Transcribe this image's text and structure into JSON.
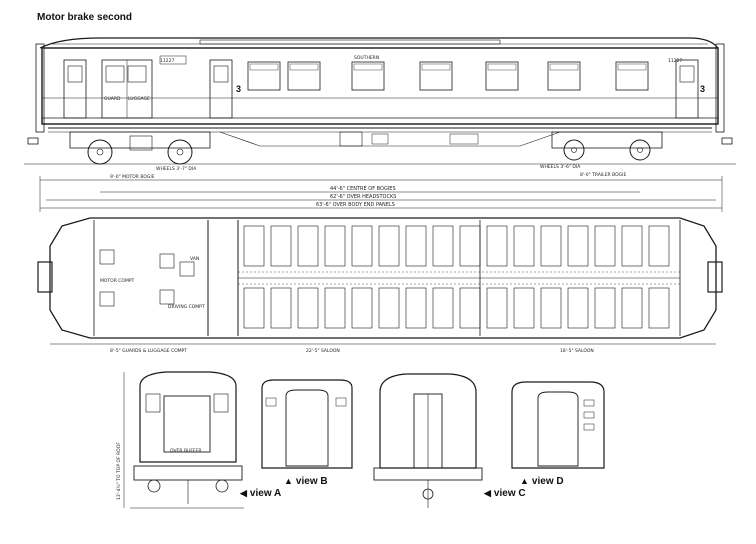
{
  "title": "Motor brake second",
  "views": [
    {
      "label": "view A"
    },
    {
      "label": "view B"
    },
    {
      "label": "view C"
    },
    {
      "label": "view D"
    }
  ],
  "elevation_labels": {
    "number_left": "11227",
    "number_right": "11227",
    "class_left": "3",
    "class_right": "3",
    "company": "SOUTHERN",
    "guards": "GUARD",
    "luggage": "LUGGAGE",
    "motor_bogie": "9'-0\" MOTOR BOGIE",
    "trailer_bogie": "8'-0\" TRAILER BOGIE",
    "wheels_motor": "WHEELS 3'-7\" DIA",
    "wheels_trailer": "WHEELS 3'-6\" DIA"
  },
  "dimensions": {
    "centre_of_bogies": "44'-6\" CENTRE OF BOGIES",
    "over_headstocks": "62'-6\" OVER HEADSTOCKS",
    "over_body": "63'-6\" OVER BODY END PANELS",
    "saloon_left": "22'-5\" SALOON",
    "saloon_right": "18'-5\" SALOON",
    "guards_luggage": "8'-5\" GUARDS & LUGGAGE COMPT",
    "over_buffer_a": "OVER BUFFER",
    "height_rail": "13'-4½\" TO TOP OF ROOF"
  },
  "plan_labels": {
    "motor_compartment": "MOTOR COMPT",
    "driving_compt": "DRIVING COMPT",
    "van": "VAN"
  },
  "colors": {
    "ink": "#1a1a1a",
    "paper": "#ffffff"
  }
}
